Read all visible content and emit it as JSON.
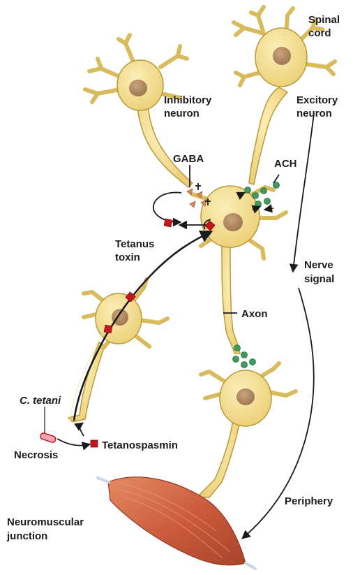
{
  "labels": {
    "spinal_cord_1": "Spinal",
    "spinal_cord_2": "cord",
    "inhibitory_1": "Inhibitory",
    "inhibitory_2": "neuron",
    "excitory_1": "Excitory",
    "excitory_2": "neuron",
    "gaba": "GABA",
    "ach": "ACH",
    "tetanus_toxin_1": "Tetanus",
    "tetanus_toxin_2": "toxin",
    "nerve_signal_1": "Nerve",
    "nerve_signal_2": "signal",
    "axon": "Axon",
    "c_tetani": "C. tetani",
    "necrosis": "Necrosis",
    "tetanospasmin": "Tetanospasmin",
    "periphery": "Periphery",
    "nmj_1": "Neuromuscular",
    "nmj_2": "junction"
  },
  "colors": {
    "neuron_fill": "#f2dc8e",
    "neuron_stroke": "#b89a3c",
    "nucleus": "#b8906a",
    "acetylcholine": "#3f9a5c",
    "gaba_marker": "#d98a5a",
    "toxin": "#c4161c",
    "muscle": "#d46a45",
    "arrow": "#1a1a1a"
  }
}
